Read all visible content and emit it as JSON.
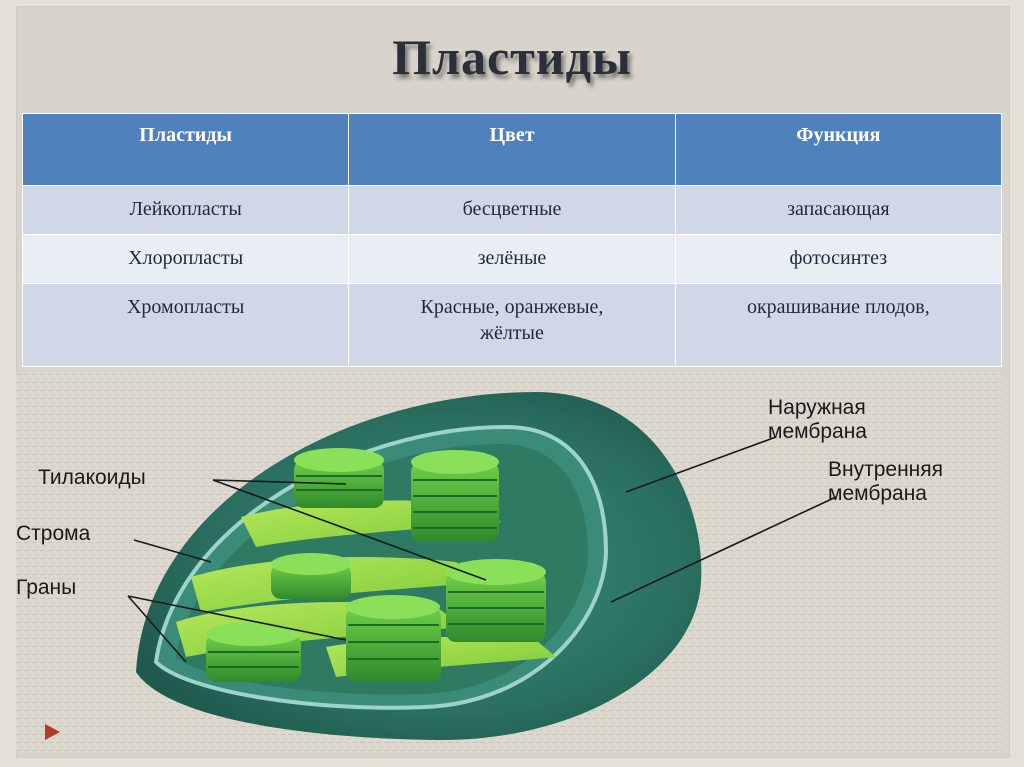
{
  "slide": {
    "title": "Пластиды"
  },
  "table": {
    "headers": [
      "Пластиды",
      "Цвет",
      "Функция"
    ],
    "rows": [
      [
        "Лейкопласты",
        "бесцветные",
        "запасающая"
      ],
      [
        "Хлоропласты",
        "зелёные",
        "фотосинтез"
      ],
      [
        "Хромопласты",
        "Красные, оранжевые, жёлтые",
        "окрашивание плодов,"
      ]
    ]
  },
  "diagram": {
    "labels": {
      "outer_membrane_line1": "Наружная",
      "outer_membrane_line2": "мембрана",
      "inner_membrane_line1": "Внутренняя",
      "inner_membrane_line2": "мембрана",
      "thylakoids": "Тилакоиды",
      "stroma": "Строма",
      "grana": "Граны"
    }
  },
  "colors": {
    "header_blue": "#4f81bd",
    "row_light": "#e9edf4",
    "row_mid": "#d0d8e8",
    "chloroplast_outer": "#2e7d6a",
    "grana_green": "#3fa33a",
    "thylakoid_green": "#8fd13a"
  },
  "icons": {
    "nav": "play-triangle-icon"
  }
}
